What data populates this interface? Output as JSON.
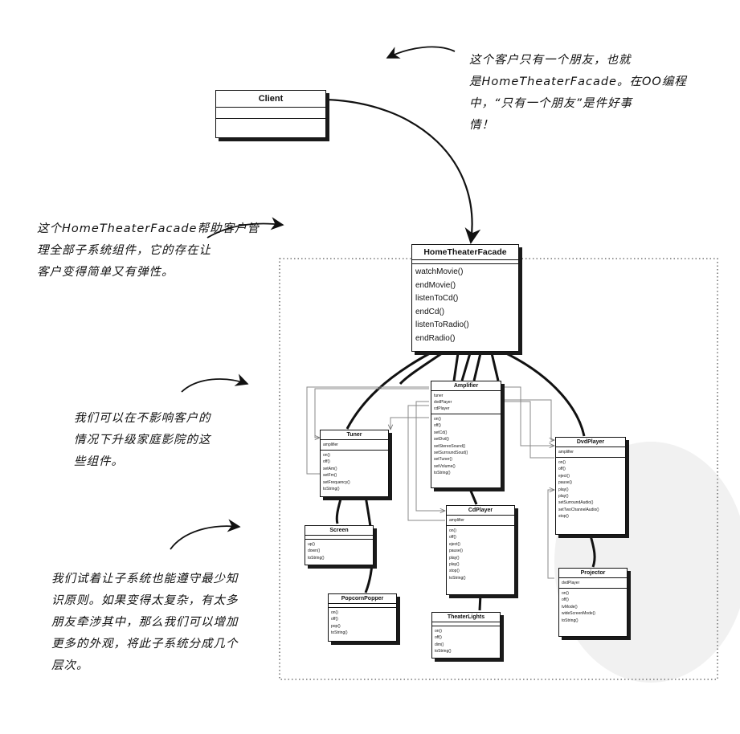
{
  "notes": {
    "client_note": [
      "这个客户只有一个朋友，也就",
      "是HomeTheaterFacade。在OO编程",
      "中，“只有一个朋友”是件好事",
      "情！"
    ],
    "facade_note": [
      "这个HomeTheaterFacade帮助客户管",
      "理全部子系统组件，它的存在让",
      "客户变得简单又有弹性。"
    ],
    "upgrade_note": [
      "我们可以在不影响客户的",
      "情况下升级家庭影院的这",
      "些组件。"
    ],
    "layers_note": [
      "我们试着让子系统也能遵守最少知",
      "识原则。如果变得太复杂，有太多",
      "朋友牵涉其中，那么我们可以增加",
      "更多的外观，将此子系统分成几个",
      "层次。"
    ]
  },
  "classes": {
    "client": {
      "name": "Client"
    },
    "facade": {
      "name": "HomeTheaterFacade",
      "methods": [
        "watchMovie()",
        "endMovie()",
        "listenToCd()",
        "endCd()",
        "listenToRadio()",
        "endRadio()"
      ]
    },
    "amplifier": {
      "name": "Amplifier",
      "attrs": [
        "tuner",
        "dvdPlayer",
        "cdPlayer"
      ],
      "methods": [
        "on()",
        "off()",
        "setCd()",
        "setDvd()",
        "setStereoSound()",
        "setSurroundSoud()",
        "setTuner()",
        "setVolume()",
        "toString()"
      ]
    },
    "tuner": {
      "name": "Tuner",
      "attrs": [
        "amplifier"
      ],
      "methods": [
        "on()",
        "off()",
        "setAm()",
        "setFm()",
        "setFrequency()",
        "toString()"
      ]
    },
    "dvdplayer": {
      "name": "DvdPlayer",
      "attrs": [
        "amplifier"
      ],
      "methods": [
        "on()",
        "off()",
        "eject()",
        "pause()",
        "play()",
        "play()",
        "setSurroundAudio()",
        "setTwoChannelAudio()",
        "stop()"
      ]
    },
    "cdplayer": {
      "name": "CdPlayer",
      "attrs": [
        "amplifier"
      ],
      "methods": [
        "on()",
        "off()",
        "eject()",
        "pause()",
        "play()",
        "play()",
        "stop()",
        "toString()"
      ]
    },
    "screen": {
      "name": "Screen",
      "methods": [
        "up()",
        "down()",
        "toString()"
      ]
    },
    "popcorn": {
      "name": "PopcornPopper",
      "methods": [
        "on()",
        "off()",
        "pop()",
        "toString()"
      ]
    },
    "lights": {
      "name": "TheaterLights",
      "methods": [
        "on()",
        "off()",
        "dim()",
        "toString()"
      ]
    },
    "projector": {
      "name": "Projector",
      "attrs": [
        "dvdPlayer"
      ],
      "methods": [
        "on()",
        "off()",
        "tvMode()",
        "wideScreenMode()",
        "toString()"
      ]
    }
  }
}
